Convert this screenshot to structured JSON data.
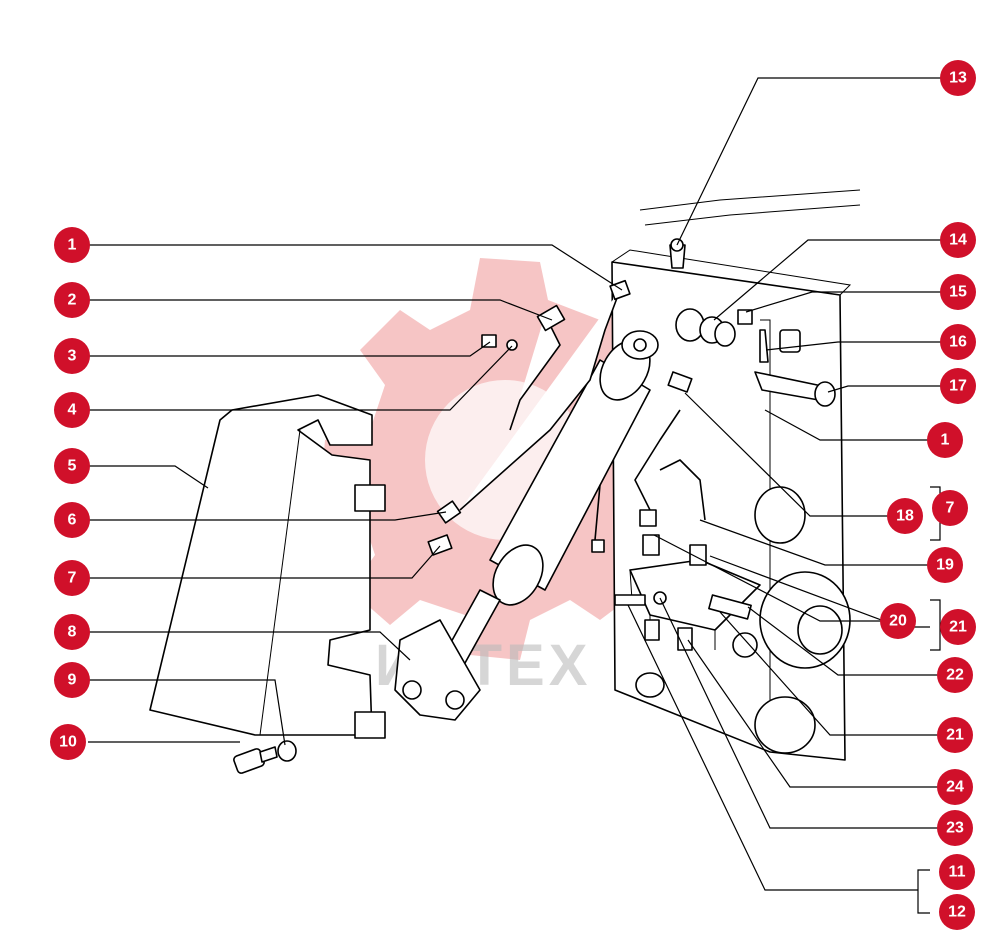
{
  "watermark": {
    "text": "ИНТЕХ"
  },
  "callouts": [
    {
      "id": "c13",
      "label": "13"
    },
    {
      "id": "c14",
      "label": "14"
    },
    {
      "id": "c15",
      "label": "15"
    },
    {
      "id": "c16",
      "label": "16"
    },
    {
      "id": "c17",
      "label": "17"
    },
    {
      "id": "c1r",
      "label": "1"
    },
    {
      "id": "c7r",
      "label": "7"
    },
    {
      "id": "c18",
      "label": "18"
    },
    {
      "id": "c19",
      "label": "19"
    },
    {
      "id": "c20",
      "label": "20"
    },
    {
      "id": "c21a",
      "label": "21"
    },
    {
      "id": "c22",
      "label": "22"
    },
    {
      "id": "c21b",
      "label": "21"
    },
    {
      "id": "c24",
      "label": "24"
    },
    {
      "id": "c23",
      "label": "23"
    },
    {
      "id": "c11",
      "label": "11"
    },
    {
      "id": "c12",
      "label": "12"
    },
    {
      "id": "c1l",
      "label": "1"
    },
    {
      "id": "c2",
      "label": "2"
    },
    {
      "id": "c3",
      "label": "3"
    },
    {
      "id": "c4",
      "label": "4"
    },
    {
      "id": "c5",
      "label": "5"
    },
    {
      "id": "c6",
      "label": "6"
    },
    {
      "id": "c7l",
      "label": "7"
    },
    {
      "id": "c8",
      "label": "8"
    },
    {
      "id": "c9",
      "label": "9"
    },
    {
      "id": "c10",
      "label": "10"
    }
  ]
}
